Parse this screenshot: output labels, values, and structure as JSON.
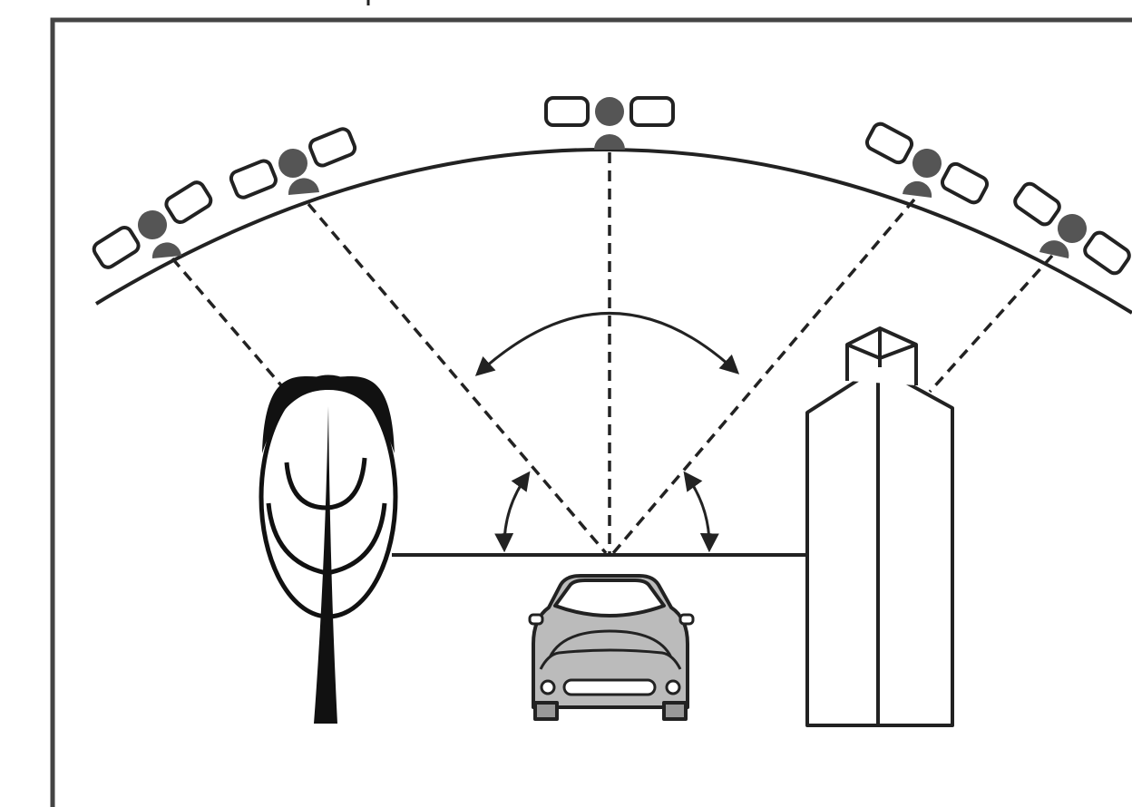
{
  "diagram": {
    "satellites": [
      {
        "id": "sat-far-left"
      },
      {
        "id": "sat-left"
      },
      {
        "id": "sat-zenith"
      },
      {
        "id": "sat-right"
      },
      {
        "id": "sat-far-right"
      }
    ],
    "signal_paths": [
      {
        "from": "sat-far-left",
        "to": "tree",
        "state": "blocked"
      },
      {
        "from": "sat-left",
        "to": "receiver",
        "state": "received"
      },
      {
        "from": "sat-zenith",
        "to": "receiver",
        "state": "received"
      },
      {
        "from": "sat-right",
        "to": "receiver",
        "state": "received"
      },
      {
        "from": "sat-far-right",
        "to": "building",
        "state": "blocked"
      }
    ],
    "obstructions": [
      "tree",
      "building"
    ],
    "receiver": "car",
    "colors": {
      "stroke": "#222222",
      "satellite_body": "#555555",
      "car_body": "#bbbbbb",
      "tree_canopy": "#111111",
      "background": "#ffffff"
    }
  }
}
